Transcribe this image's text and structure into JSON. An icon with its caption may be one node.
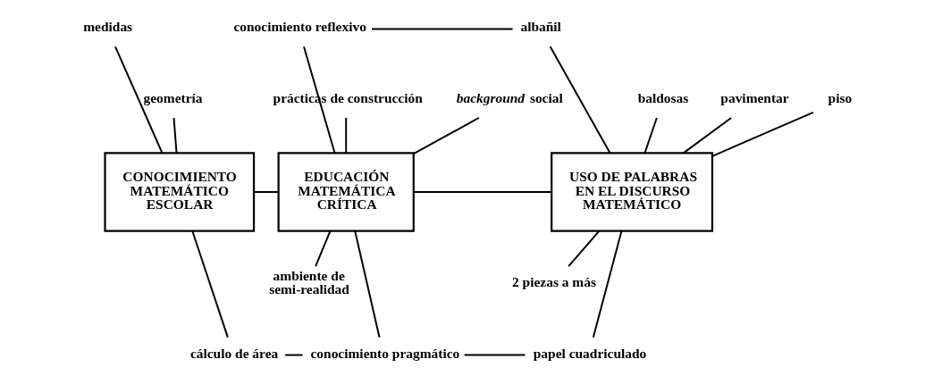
{
  "diagram": {
    "nodes": [
      {
        "text": [
          "medidas"
        ]
      },
      {
        "text": [
          "geometría"
        ]
      },
      {
        "text": [
          "conocimiento reflexivo"
        ]
      },
      {
        "text": [
          "albañil"
        ]
      },
      {
        "text": [
          "prácticas de construcción"
        ]
      },
      {
        "text": [
          "*background* social"
        ]
      },
      {
        "text": [
          "baldosas"
        ]
      },
      {
        "text": [
          "pavimentar"
        ]
      },
      {
        "text": [
          "piso"
        ]
      },
      {
        "text": [
          "CONOCIMIENTO MATEMÁTICO ESCOLAR"
        ]
      },
      {
        "text": [
          "EDUCACIÓN MATEMÁTICA CRÍTICA"
        ]
      },
      {
        "text": [
          "USO DE PALABRAS EN EL DISCURSO MATEMÁTICO"
        ]
      },
      {
        "text": [
          "ambiente de semi-realidad"
        ]
      },
      {
        "text": [
          "2 piezas a más"
        ]
      },
      {
        "text": [
          "cálculo de área"
        ]
      },
      {
        "text": [
          "conocimiento pragmático"
        ]
      },
      {
        "text": [
          "papel cuadriculado"
        ]
      }
    ],
    "edges": [
      {
        "from": 0,
        "to": 9,
        "arrow": "none"
      },
      {
        "from": 1,
        "to": 9,
        "arrow": "none"
      },
      {
        "from": 2,
        "to": 10,
        "arrow": "none"
      },
      {
        "from": 4,
        "to": 10,
        "arrow": "none"
      },
      {
        "from": 5,
        "to": 10,
        "arrow": "none"
      },
      {
        "from": 2,
        "to": 3,
        "arrow": "none"
      },
      {
        "from": 6,
        "to": 11,
        "arrow": "none"
      },
      {
        "from": 7,
        "to": 11,
        "arrow": "none"
      },
      {
        "from": 3,
        "to": 11,
        "arrow": "none"
      },
      {
        "from": 8,
        "to": 11,
        "arrow": "none"
      },
      {
        "from": 9,
        "to": 10,
        "arrow": "none"
      },
      {
        "from": 10,
        "to": 11,
        "arrow": "none"
      },
      {
        "from": 10,
        "to": 12,
        "arrow": "none"
      },
      {
        "from": 10,
        "to": 15,
        "arrow": "none"
      },
      {
        "from": 11,
        "to": 13,
        "arrow": "none"
      },
      {
        "from": 11,
        "to": 16,
        "arrow": "none"
      },
      {
        "from": 9,
        "to": 14,
        "arrow": "none"
      },
      {
        "from": 14,
        "to": 15,
        "arrow": "none"
      },
      {
        "from": 15,
        "to": 16,
        "arrow": "none"
      }
    ]
  }
}
